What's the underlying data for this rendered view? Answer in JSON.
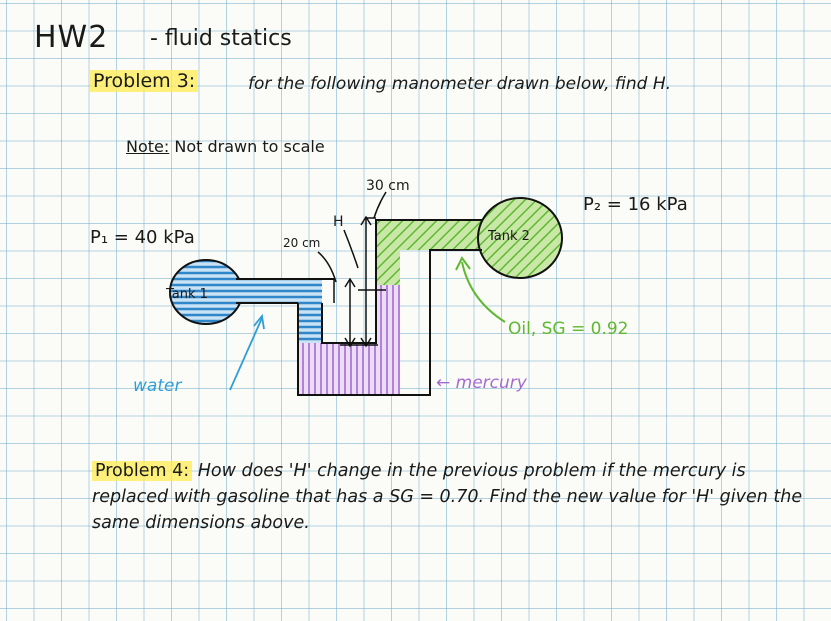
{
  "header": {
    "title": "HW2",
    "subtitle": "- fluid statics"
  },
  "problem3": {
    "label": "Problem 3:",
    "text": "for the following manometer drawn below, find H.",
    "note_label": "Note:",
    "note_text": "Not drawn to scale"
  },
  "diagram": {
    "p1": "P₁ = 40 kPa",
    "p2": "P₂ = 16 kPa",
    "tank1": "Tank 1",
    "tank2": "Tank 2",
    "dim_30": "30 cm",
    "dim_20": "20 cm",
    "dim_h": "H",
    "water": "water",
    "oil": "Oil, SG = 0.92",
    "mercury": "← mercury",
    "colors": {
      "water": "#2f86c8",
      "oil": "#5fb832",
      "mercury": "#a56ad0",
      "highlight": "#ffe94d"
    }
  },
  "problem4": {
    "label": "Problem 4:",
    "text": "How does 'H' change in the previous problem if the mercury is replaced with gasoline that has a SG = 0.70. Find the new value for 'H' given the same dimensions above."
  }
}
